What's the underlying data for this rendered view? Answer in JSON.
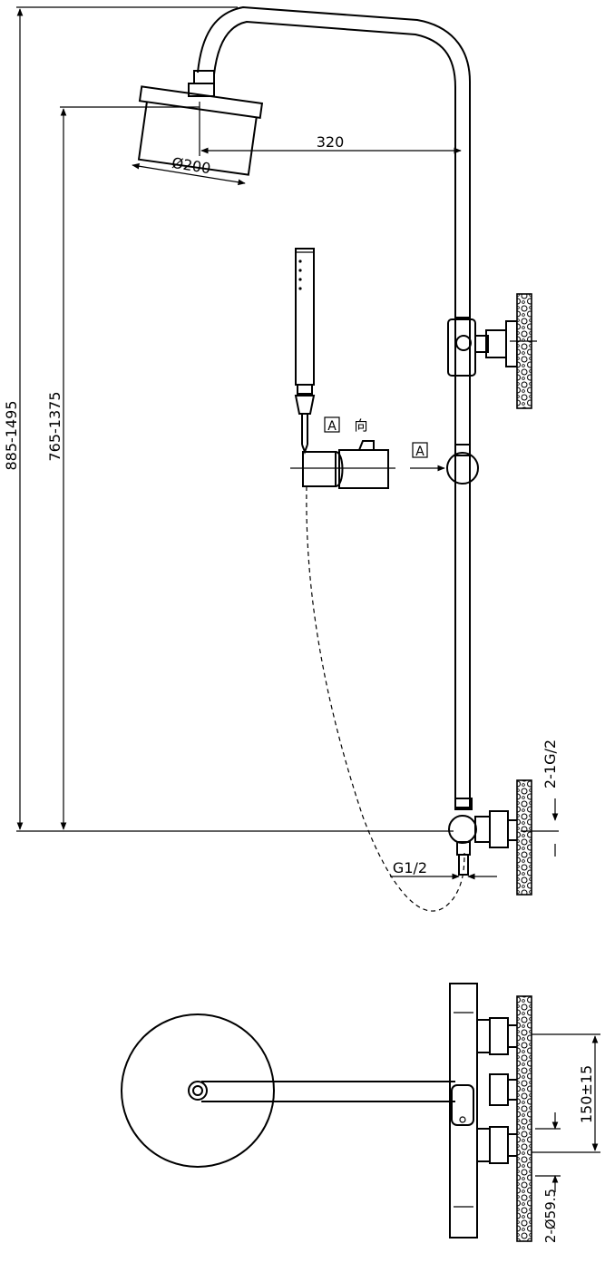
{
  "dimensions": {
    "overall_height": "885-1495",
    "head_height": "765-1375",
    "arm_reach": "320",
    "head_diameter": "Ø200",
    "outlet_thread": "G1/2",
    "inlet_thread": "2-1G/2",
    "inlet_spacing": "150±15",
    "cover_diameter": "2-Ø59.5"
  },
  "labels": {
    "view_marker": "A",
    "view_direction_char": "向"
  },
  "colors": {
    "line": "#000000",
    "background": "#ffffff"
  }
}
